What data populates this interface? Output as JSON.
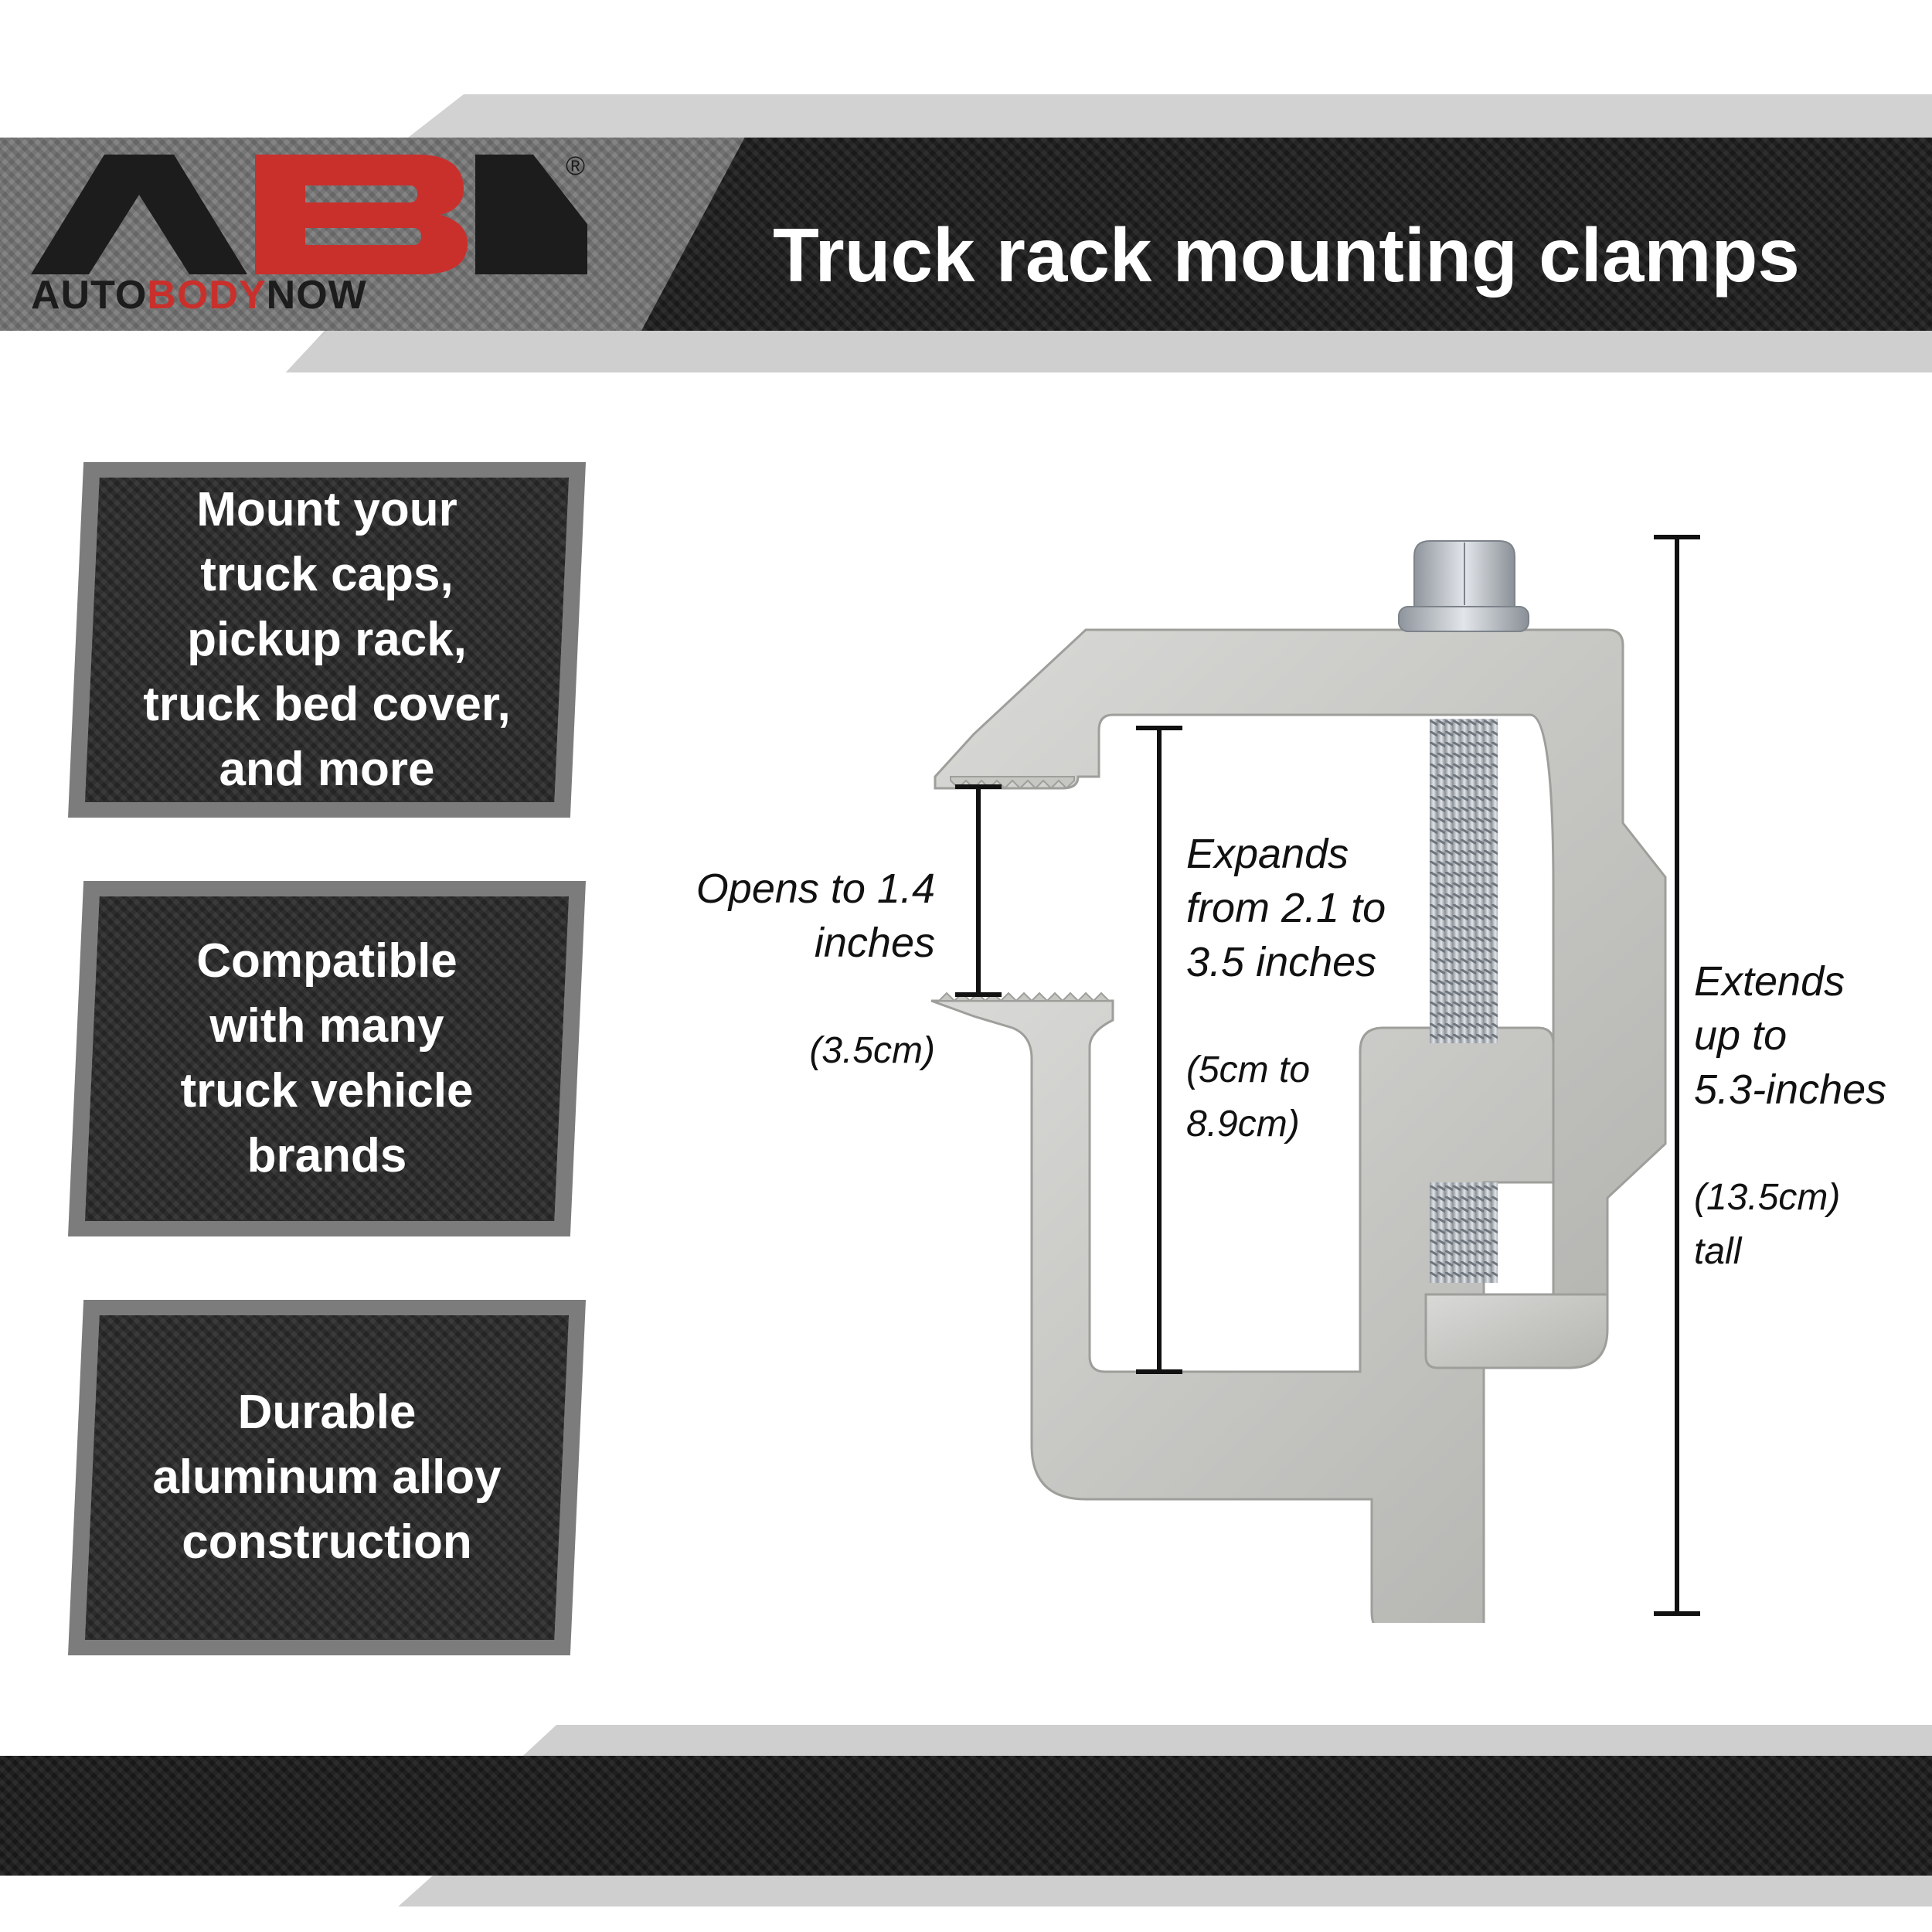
{
  "brand": {
    "logo_letters": "ABN",
    "registered_mark": "®",
    "name_auto": "AUTO",
    "name_body": "BODY",
    "name_now": "NOW",
    "accent_color": "#c9302c"
  },
  "header": {
    "title": "Truck rack mounting clamps"
  },
  "features": [
    {
      "text": "Mount your\ntruck caps,\npickup rack,\ntruck bed cover,\nand more"
    },
    {
      "text": "Compatible\nwith many\ntruck vehicle\nbrands"
    },
    {
      "text": "Durable\naluminum alloy\nconstruction"
    }
  ],
  "dimensions": {
    "opening": {
      "main": "Opens to 1.4\ninches",
      "metric": "(3.5cm)"
    },
    "expand": {
      "main": "Expands\nfrom 2.1 to\n3.5 inches",
      "metric": "(5cm to\n8.9cm)"
    },
    "height": {
      "main": "Extends\nup to\n5.3-inches",
      "metric": "(13.5cm)\ntall"
    }
  }
}
